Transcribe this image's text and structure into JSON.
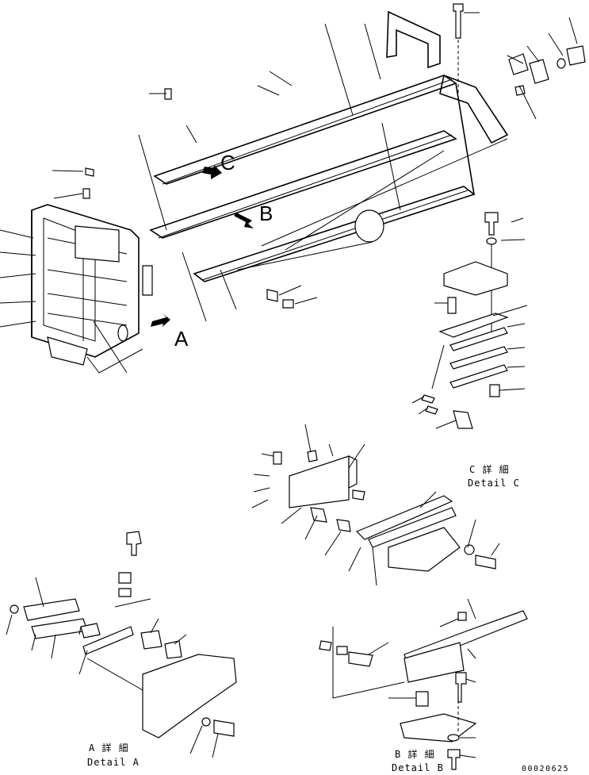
{
  "callouts": {
    "view_a": "A",
    "view_b": "B",
    "view_c": "C"
  },
  "details": {
    "a": {
      "jp": "A 詳 細",
      "en": "Detail A"
    },
    "b": {
      "jp": "B 詳 細",
      "en": "Detail B"
    },
    "c": {
      "jp": "C 詳 細",
      "en": "Detail C"
    }
  },
  "part_number": "00020625"
}
